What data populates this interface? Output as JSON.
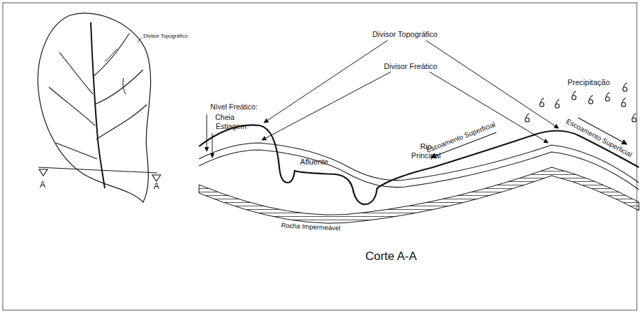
{
  "diagram": {
    "labels": [
      "Divisor Topográfico",
      "A",
      "A",
      "Divisor Topográfico",
      "Divisor Freático",
      "Nível Freático:",
      "Cheia",
      "Estiagem",
      "Afluente",
      "Rio Principal",
      "Precipitação",
      "Escoamento Superficial",
      "Escoamento Superficial",
      "Rocha Impermeável",
      "Corte A-A"
    ]
  }
}
